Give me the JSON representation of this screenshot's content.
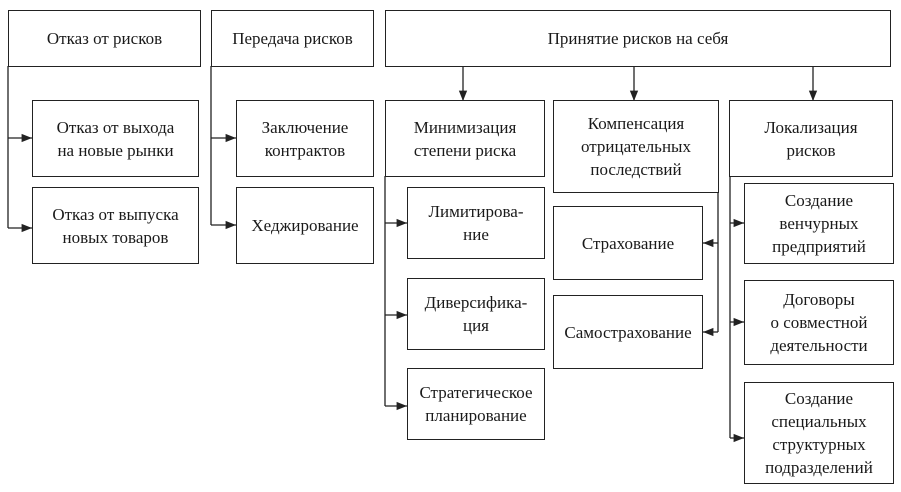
{
  "diagram": {
    "top": {
      "refuse": "Отказ от рисков",
      "transfer": "Передача рисков",
      "accept": "Принятие рисков на себя"
    },
    "refuse_children": [
      "Отказ от выхода\nна новые рынки",
      "Отказ от выпуска\nновых товаров"
    ],
    "transfer_children": [
      "Заключение\nконтрактов",
      "Хеджирование"
    ],
    "accept_children": {
      "minimize": "Минимизация\nстепени риска",
      "compensate": "Компенсация\nотрицательных\nпоследствий",
      "localize": "Локализация\nрисков"
    },
    "minimize_children": [
      "Лимитирова-\nние",
      "Диверсифика-\nция",
      "Стратегическое\nпланирование"
    ],
    "compensate_children": [
      "Страхование",
      "Самострахование"
    ],
    "localize_children": [
      "Создание\nвенчурных\nпредприятий",
      "Договоры\nо совместной\nдеятельности",
      "Создание\nспециальных\nструктурных\nподразделений"
    ]
  }
}
